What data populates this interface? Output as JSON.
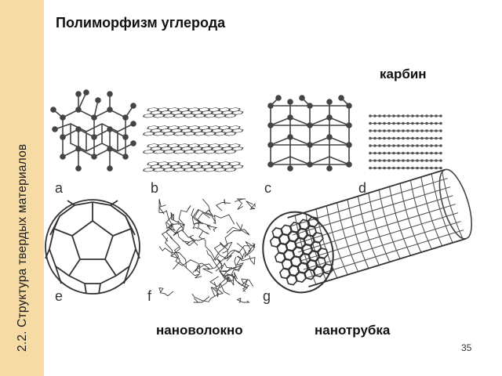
{
  "sidebar": {
    "section": "2.2. Структура твердых материалов"
  },
  "slide": {
    "title": "Полиморфизм углерода",
    "labels": {
      "carbyne": "карбин",
      "nanofiber": "нановолокно",
      "nanotube": "нанотрубка"
    },
    "page_number": "35"
  },
  "figure": {
    "panels": [
      {
        "letter": "a",
        "icon": "diamond-lattice-icon"
      },
      {
        "letter": "b",
        "icon": "graphite-layers-icon"
      },
      {
        "letter": "c",
        "icon": "lonsdaleite-lattice-icon"
      },
      {
        "letter": "d",
        "icon": "carbyne-chains-icon"
      },
      {
        "letter": "e",
        "icon": "fullerene-icon"
      },
      {
        "letter": "f",
        "icon": "amorphous-carbon-icon"
      },
      {
        "letter": "g",
        "icon": "nanotube-icon"
      }
    ]
  }
}
